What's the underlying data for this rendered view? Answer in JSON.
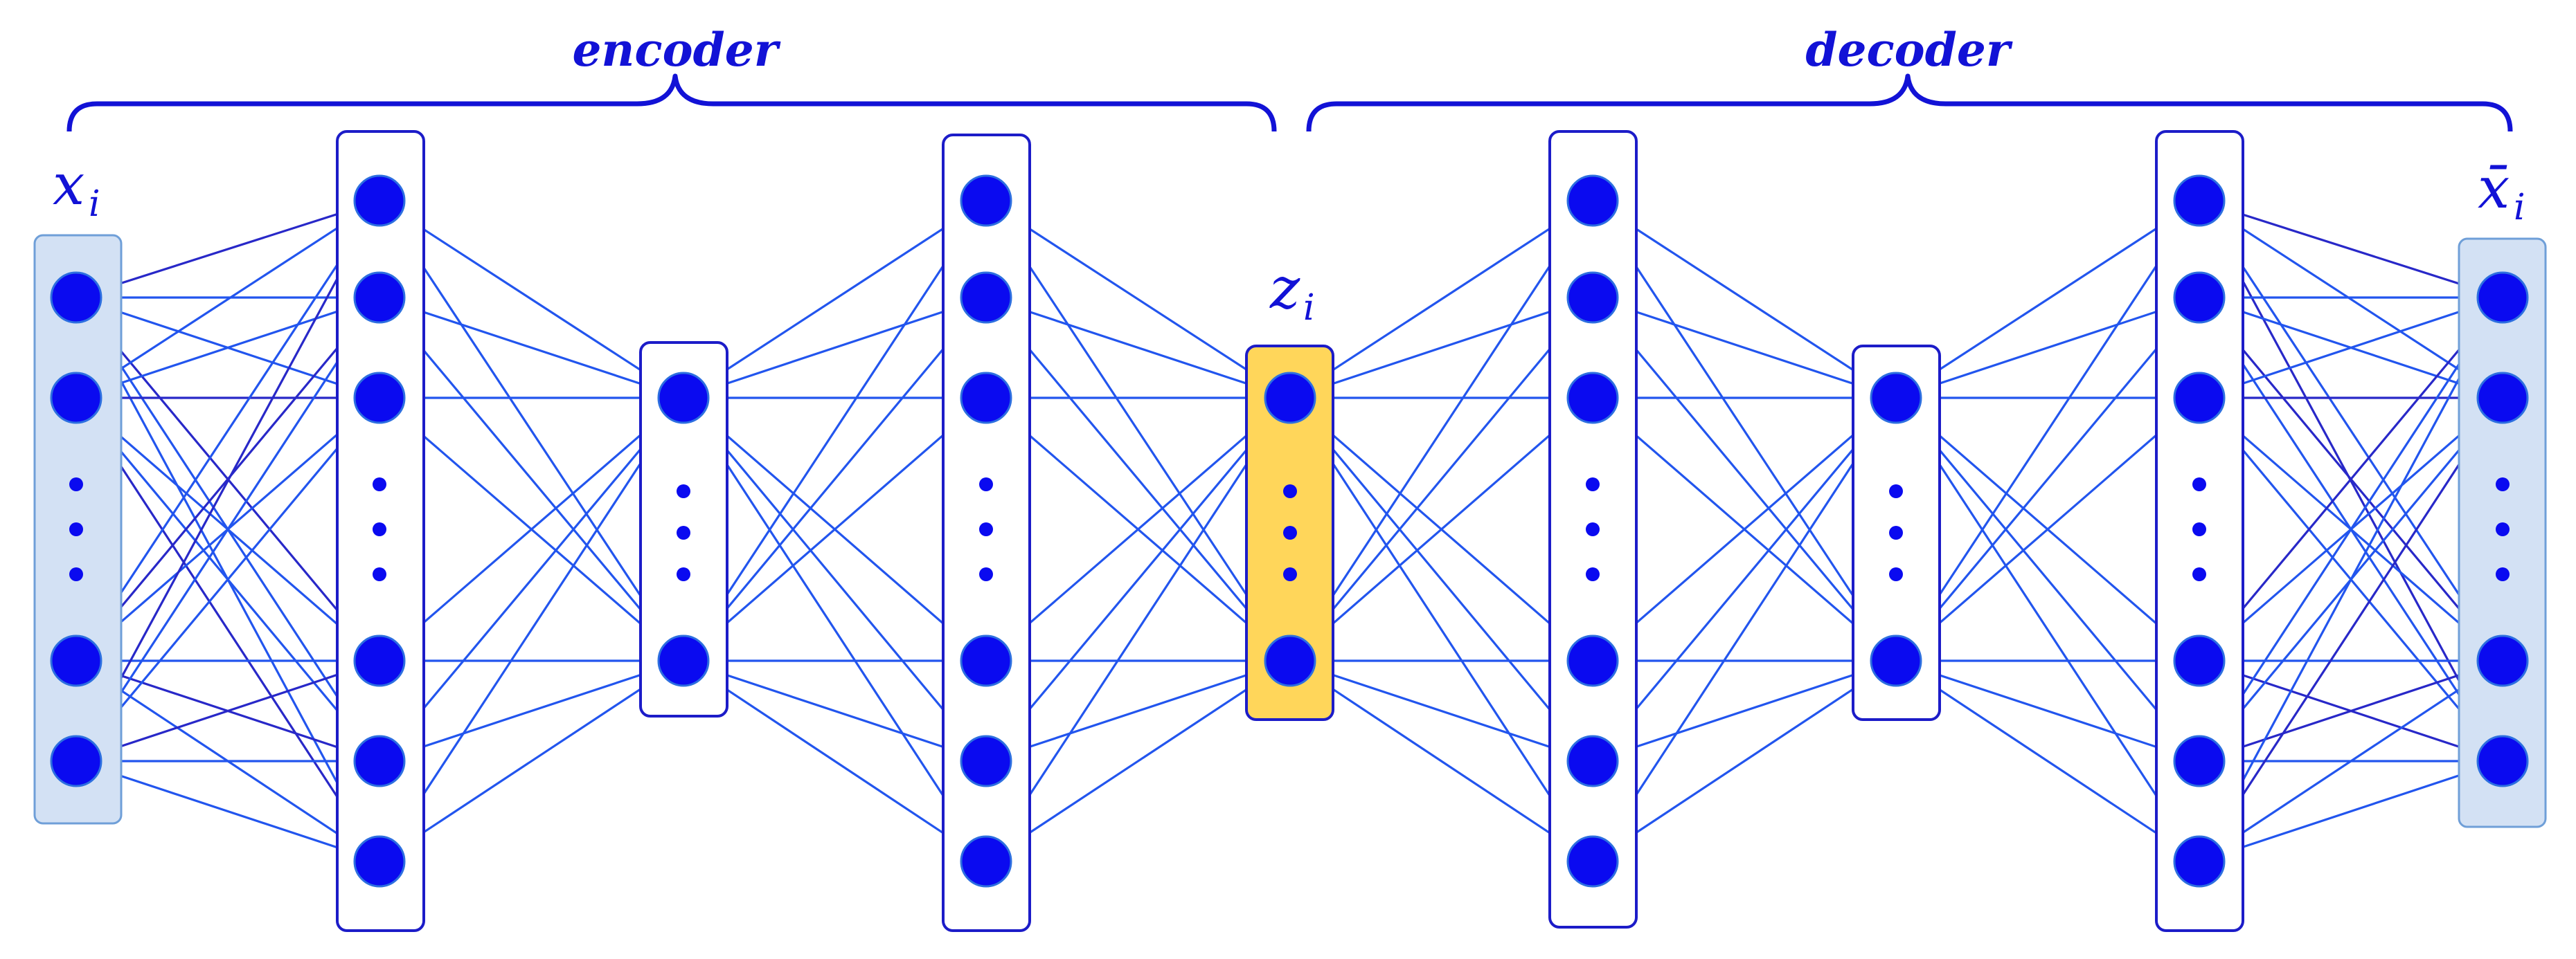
{
  "labels": {
    "encoder": "encoder",
    "decoder": "decoder",
    "input": {
      "main": "x",
      "sub": "i"
    },
    "latent": {
      "main": "z",
      "sub": "i"
    },
    "output": {
      "main": "x̄",
      "sub": "i"
    }
  },
  "layers": [
    {
      "id": "input",
      "role": "input",
      "visible_nodes": 4,
      "ellipsis": true,
      "fill": "#d3e1f4"
    },
    {
      "id": "hidden-1",
      "role": "hidden",
      "visible_nodes": 6,
      "ellipsis": true,
      "fill": "#ffffff"
    },
    {
      "id": "hidden-2",
      "role": "hidden",
      "visible_nodes": 2,
      "ellipsis": true,
      "fill": "#ffffff"
    },
    {
      "id": "hidden-3",
      "role": "hidden",
      "visible_nodes": 6,
      "ellipsis": true,
      "fill": "#ffffff"
    },
    {
      "id": "latent",
      "role": "latent",
      "visible_nodes": 2,
      "ellipsis": true,
      "fill": "#ffd65a"
    },
    {
      "id": "hidden-4",
      "role": "hidden",
      "visible_nodes": 6,
      "ellipsis": true,
      "fill": "#ffffff"
    },
    {
      "id": "hidden-5",
      "role": "hidden",
      "visible_nodes": 2,
      "ellipsis": true,
      "fill": "#ffffff"
    },
    {
      "id": "hidden-6",
      "role": "hidden",
      "visible_nodes": 6,
      "ellipsis": true,
      "fill": "#ffffff"
    },
    {
      "id": "output",
      "role": "output",
      "visible_nodes": 4,
      "ellipsis": true,
      "fill": "#d3e1f4"
    }
  ],
  "colors": {
    "node": "#0a0af0",
    "node_stroke": "#2d6fe0",
    "edge": "#2255ee",
    "edge_dark": "#2828c8",
    "text": "#1212d6",
    "box_stroke": "#1c1cc8",
    "input_output_box_stroke": "#6f9fd8",
    "latent_box_stroke": "#1c1cc8"
  }
}
